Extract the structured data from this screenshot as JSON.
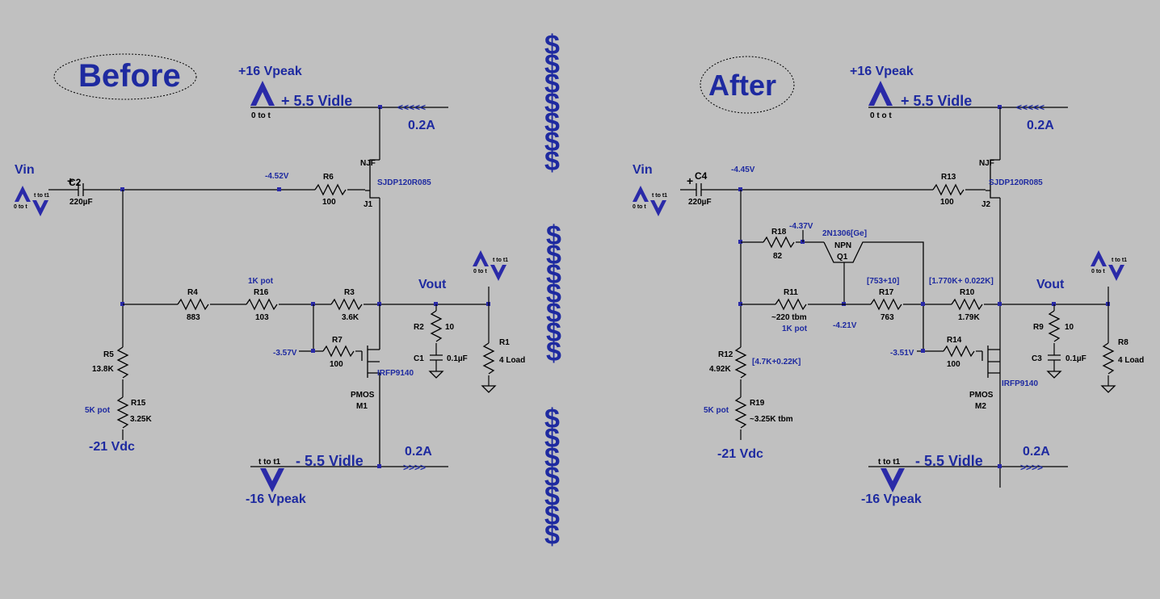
{
  "titles": {
    "before": "Before",
    "after": "After"
  },
  "dollar": "$",
  "left": {
    "vpeak_top": "+16 Vpeak",
    "vidle_top": "+ 5.5 Vidle",
    "ramp_top": "0  to t",
    "arrows_top": "<<<<<",
    "current_top": "0.2A",
    "vin": "Vin",
    "vin_ramp": "0 to t",
    "vin_ramp2": "t to t1",
    "cap_name": "C2",
    "cap_val": "220µF",
    "volt_gate": "-4.52V",
    "r6_name": "R6",
    "r6_val": "100",
    "jfet_type": "NJF",
    "jfet_model": "SJDP120R085",
    "jfet_name": "J1",
    "r4_name": "R4",
    "r4_val": "883",
    "r16_name": "R16",
    "r16_note": "1K pot",
    "r16_val": "103",
    "r3_name": "R3",
    "r3_val": "3.6K",
    "vout": "Vout",
    "r2_name": "R2",
    "r2_val": "10",
    "c1_name": "C1",
    "c1_val": "0.1µF",
    "r1_name": "R1",
    "r1_val": "4 Load",
    "out_ramp": "0 to t",
    "out_ramp2": "t to t1",
    "volt_pmos": "-3.57V",
    "r7_name": "R7",
    "r7_val": "100",
    "pmos_model": "IRFP9140",
    "pmos_type": "PMOS",
    "pmos_name": "M1",
    "r5_name": "R5",
    "r5_val": "13.8K",
    "r15_name": "R15",
    "r15_note": "5K pot",
    "r15_val": "3.25K",
    "vdc": "-21 Vdc",
    "ramp_bot": "t  to t1",
    "vidle_bot": "- 5.5 Vidle",
    "current_bot": "0.2A",
    "arrows_bot": ">>>>",
    "vpeak_bot": "-16 Vpeak"
  },
  "right": {
    "vpeak_top": "+16 Vpeak",
    "vidle_top": "+ 5.5 Vidle",
    "ramp_top": "0  t o t",
    "arrows_top": "<<<<<",
    "current_top": "0.2A",
    "vin": "Vin",
    "vin_ramp": "0 to t",
    "vin_ramp2": "t to t1",
    "cap_name": "C4",
    "cap_val": "220µF",
    "volt_gate": "-4.45V",
    "r13_name": "R13",
    "r13_val": "100",
    "jfet_type": "NJF",
    "jfet_model": "SJDP120R085",
    "jfet_name": "J2",
    "r18_name": "R18",
    "r18_val": "82",
    "volt_base": "-4.37V",
    "bjt_model": "2N1306[Ge]",
    "bjt_type": "NPN",
    "bjt_name": "Q1",
    "r11_name": "R11",
    "r11_val": "~220 tbm",
    "r11_note": "1K pot",
    "volt_emit": "-4.21V",
    "r17_name": "R17",
    "r17_note": "[753+10]",
    "r17_val": "763",
    "r10_name": "R10",
    "r10_note": "[1.770K+ 0.022K]",
    "r10_val": "1.79K",
    "vout": "Vout",
    "r9_name": "R9",
    "r9_val": "10",
    "c3_name": "C3",
    "c3_val": "0.1µF",
    "r8_name": "R8",
    "r8_val": "4 Load",
    "out_ramp": "0 to t",
    "out_ramp2": "t to t1",
    "volt_pmos": "-3.51V",
    "r14_name": "R14",
    "r14_val": "100",
    "pmos_model": "IRFP9140",
    "pmos_type": "PMOS",
    "pmos_name": "M2",
    "r12_name": "R12",
    "r12_val": "4.92K",
    "r12_note": "[4.7K+0.22K]",
    "r19_name": "R19",
    "r19_note": "5K pot",
    "r19_val": "~3.25K tbm",
    "vdc": "-21 Vdc",
    "ramp_bot": "t  to t1",
    "vidle_bot": "- 5.5 Vidle",
    "current_bot": "0.2A",
    "arrows_bot": ">>>>",
    "vpeak_bot": "-16 Vpeak"
  }
}
